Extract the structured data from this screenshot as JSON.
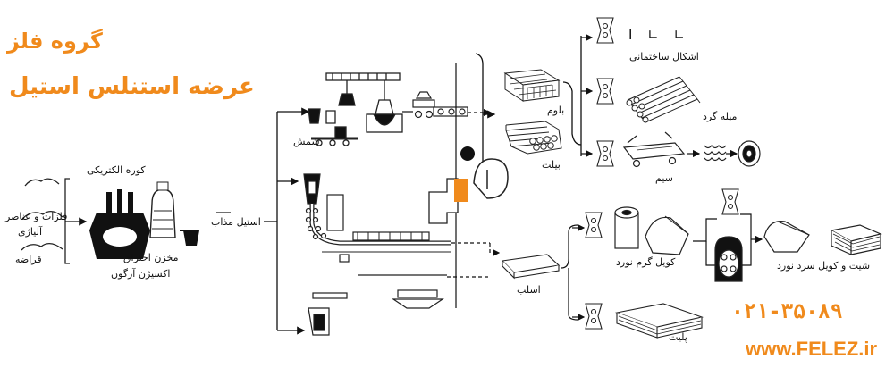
{
  "brand": {
    "title_line1": "گروه فلز",
    "title_line2": "عرضه استنلس استیل",
    "phone": "۰۲۱-۳۵۰۸۹",
    "website": "www.FELEZ.ir",
    "accent_color": "#f08a1c"
  },
  "labels": {
    "raw_materials": "فلزات و عناصر",
    "alloys": "آلیاژی",
    "scrap": "قراضه",
    "electric_furnace": "کوره الکتریکی",
    "argon_vessel_1": "مخزن احتراق",
    "argon_vessel_2": "اکسیژن آرگون",
    "molten_steel": "استیل مذاب",
    "ingot": "شمش",
    "bloom": "بلوم",
    "billet": "بیلت",
    "slab": "اسلب",
    "structural_shapes": "اشکال ساختمانی",
    "round_bar": "میله گرد",
    "wire": "سیم",
    "hot_rolled_coil": "کویل گرم نورد",
    "cold_rolled": "شیت و کویل سرد نورد",
    "plate": "پلیت",
    "section_letters": "I ∟ ∟"
  }
}
